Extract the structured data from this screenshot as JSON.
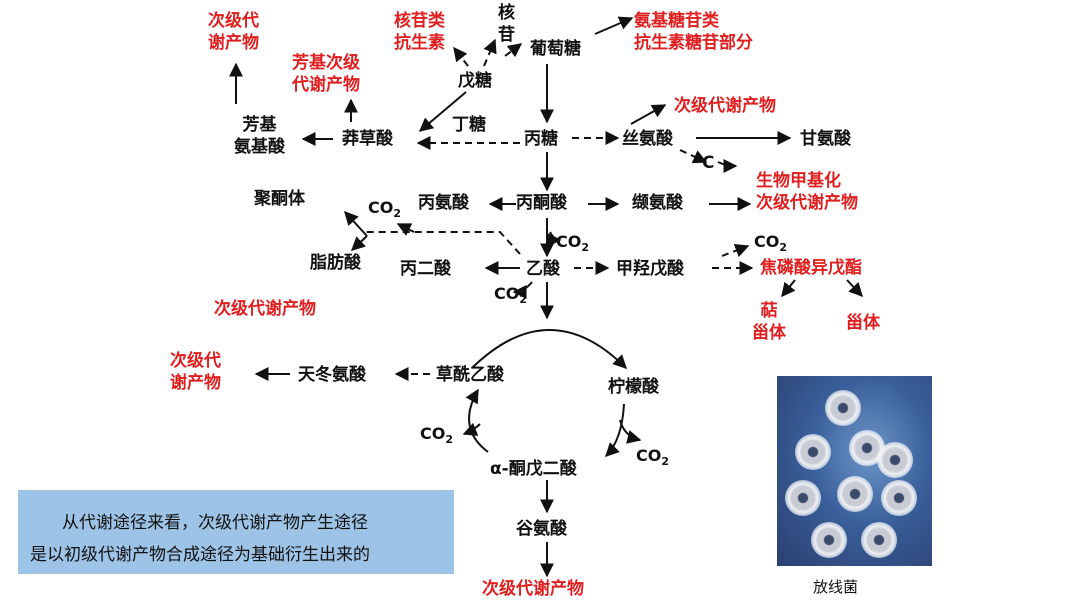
{
  "nodes": {
    "glucose": "葡萄糖",
    "pentose": "戊糖",
    "nucleoside": "核\n苷",
    "tetrose": "丁糖",
    "shikimic": "莽草酸",
    "aromatic_aa": "芳基\n氨基酸",
    "triose": "丙糖",
    "serine": "丝氨酸",
    "glycine": "甘氨酸",
    "c1": "C",
    "alanine": "丙氨酸",
    "pyruvate": "丙酮酸",
    "valine": "缬氨酸",
    "polyketide": "聚酮体",
    "fatty_acid": "脂肪酸",
    "malonate": "丙二酸",
    "acetate": "乙酸",
    "mevalonate": "甲羟戊酸",
    "aspartate": "天冬氨酸",
    "oxaloacetate": "草酰乙酸",
    "citrate": "柠檬酸",
    "akg": "α-酮戊二酸",
    "glutamate": "谷氨酸"
  },
  "products": {
    "secondary_top_left": "次级代\n谢产物",
    "nucleoside_antibiotic": "核苷类\n抗生素",
    "aminoglycoside": "氨基糖苷类\n抗生素糖苷部分",
    "aromatic_secondary": "芳基次级\n代谢产物",
    "serine_secondary": "次级代谢产物",
    "methylation": "生物甲基化\n次级代谢产物",
    "fatty_secondary": "次级代谢产物",
    "ipp": "焦磷酸异戊酯",
    "terpene": "萜\n甾体",
    "steroid": "甾体",
    "aspartate_secondary": "次级代\n谢产物",
    "glutamate_secondary": "次级代谢产物"
  },
  "co2": {
    "text": "CO",
    "sub": "2"
  },
  "note": {
    "line1": "从代谢途径来看，次级代谢产物产生途径",
    "line2": "是以初级代谢产物合成途径为基础衍生出来的"
  },
  "photo_caption": "放线菌",
  "colors": {
    "product": "#e02020",
    "text": "#111111",
    "note_bg": "#9dc3e6"
  }
}
